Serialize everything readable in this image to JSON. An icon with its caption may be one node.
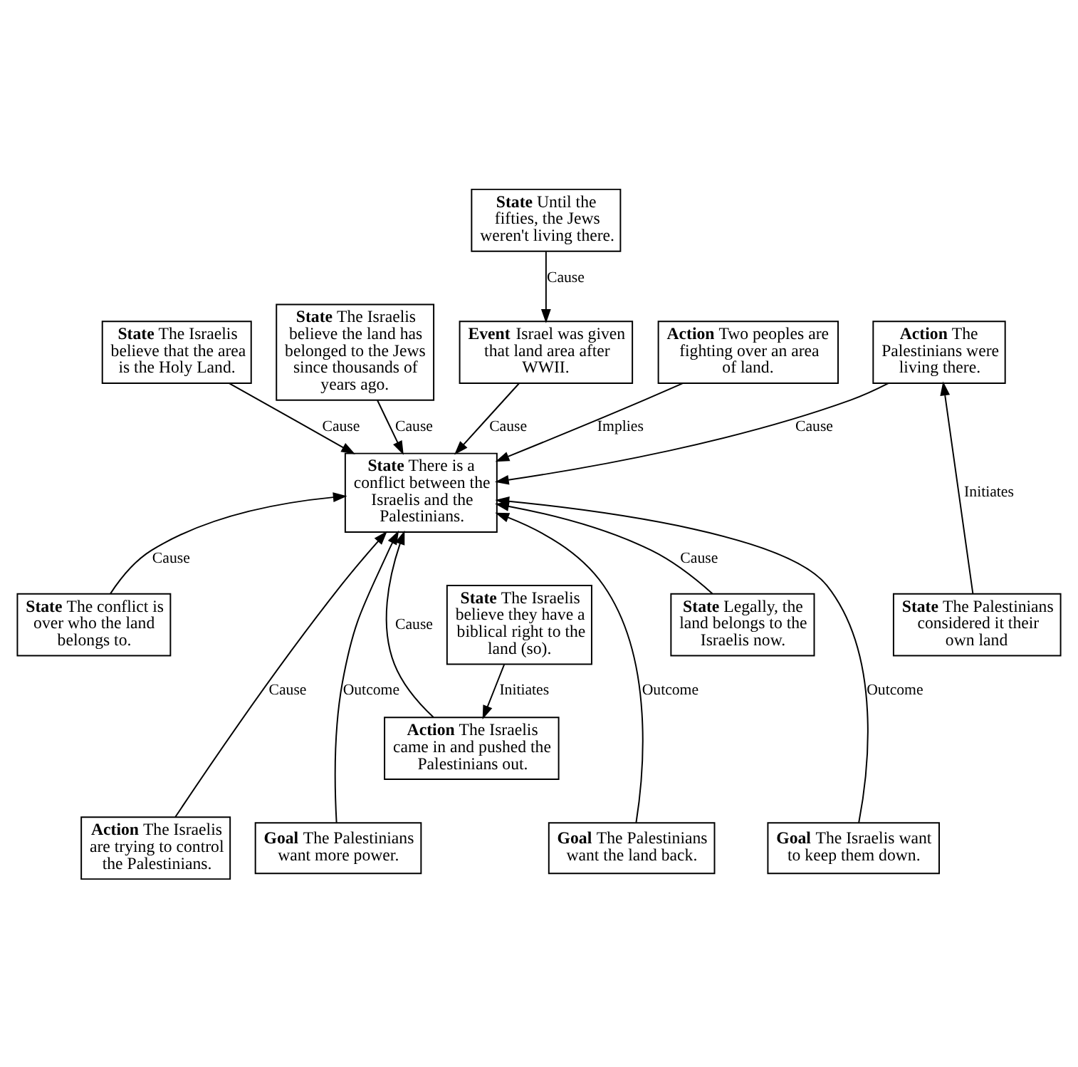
{
  "diagram": {
    "nodes": [
      {
        "text": [
          "Action",
          "Two peoples are fighting over an area of land."
        ]
      },
      {
        "text": [
          "State",
          "The Israelis believe that the area is the Holy Land."
        ]
      },
      {
        "text": [
          "State",
          "The Israelis believe the land has belonged to the Jews since thousands of years ago."
        ]
      },
      {
        "text": [
          "State",
          "Until the fifties, the Jews weren't living there."
        ]
      },
      {
        "text": [
          "Event",
          "Israel was given that land area after WWII."
        ]
      },
      {
        "text": [
          "Action",
          "The Palestinians were living there."
        ]
      },
      {
        "text": [
          "State",
          "There is a conflict between the Israelis and the Palestinians."
        ]
      },
      {
        "text": [
          "State",
          "The Israelis believe they have a biblical right to the land (so)."
        ]
      },
      {
        "text": [
          "State",
          "The Palestinians considered it their own land"
        ]
      },
      {
        "text": [
          "State",
          "Legally, the land belongs to the Israelis now."
        ]
      },
      {
        "text": [
          "State",
          "The conflict is over who the land belongs to."
        ]
      },
      {
        "text": [
          "Action",
          "The Israelis came in and pushed the Palestinians out."
        ]
      },
      {
        "text": [
          "Action",
          "The Israelis are trying to control the Palestinians."
        ]
      },
      {
        "text": [
          "Goal",
          "The Palestinians want more power."
        ]
      },
      {
        "text": [
          "Goal",
          "The Palestinians want the land back."
        ]
      },
      {
        "text": [
          "Goal",
          "The Israelis want to keep them down."
        ]
      }
    ],
    "edges": [
      {
        "from": 0,
        "to": 6,
        "arrow": "to",
        "label": "Implies"
      },
      {
        "from": 1,
        "to": 6,
        "arrow": "to",
        "label": "Cause"
      },
      {
        "from": 3,
        "to": 4,
        "arrow": "to",
        "label": "Cause"
      },
      {
        "from": 2,
        "to": 6,
        "arrow": "to",
        "label": "Cause"
      },
      {
        "from": 5,
        "to": 6,
        "arrow": "to",
        "label": "Cause"
      },
      {
        "from": 4,
        "to": 6,
        "arrow": "to",
        "label": "Cause"
      },
      {
        "from": 8,
        "to": 5,
        "arrow": "to",
        "label": "Initiates"
      },
      {
        "from": 7,
        "to": 11,
        "arrow": "to",
        "label": "Initiates"
      },
      {
        "from": 9,
        "to": 6,
        "arrow": "to",
        "label": "Cause"
      },
      {
        "from": 12,
        "to": 6,
        "arrow": "to",
        "label": "Cause"
      },
      {
        "from": 10,
        "to": 6,
        "arrow": "to",
        "label": "Cause"
      },
      {
        "from": 11,
        "to": 6,
        "arrow": "to",
        "label": "Cause"
      },
      {
        "from": 13,
        "to": 6,
        "arrow": "to",
        "label": "Outcome"
      },
      {
        "from": 14,
        "to": 6,
        "arrow": "to",
        "label": "Outcome"
      },
      {
        "from": 15,
        "to": 6,
        "arrow": "to",
        "label": "Outcome"
      }
    ]
  }
}
